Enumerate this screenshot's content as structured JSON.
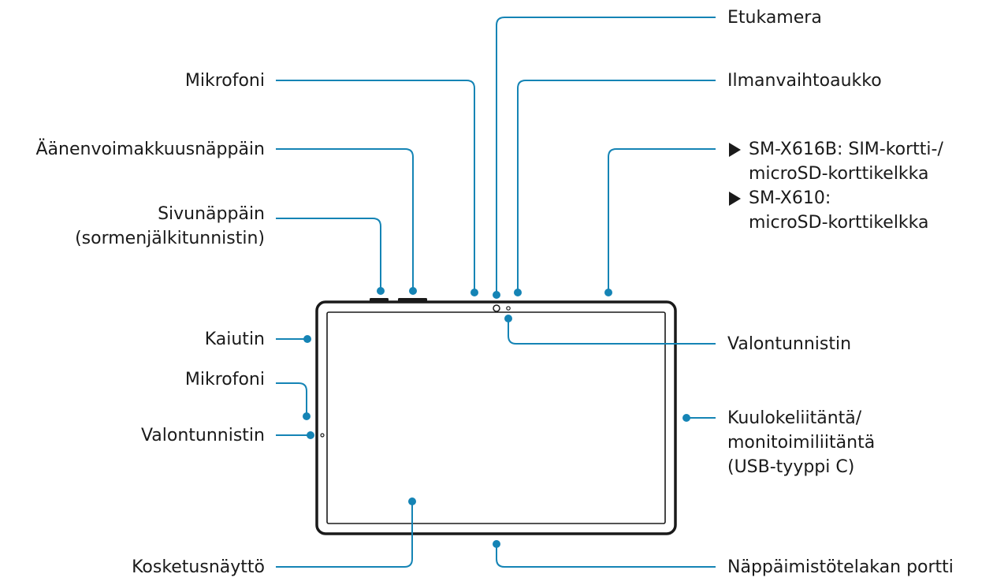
{
  "colors": {
    "leader": "#1584b5",
    "outline": "#1a1a1a",
    "text": "#1a1a1a"
  },
  "labels": {
    "microphone_top": "Mikrofoni",
    "volume_key": "Äänenvoimakkuusnäppäin",
    "side_key_line1": "Sivunäppäin",
    "side_key_line2": "(sormenjälkitunnistin)",
    "speaker": "Kaiutin",
    "microphone_side": "Mikrofoni",
    "light_sensor_side": "Valontunnistin",
    "touchscreen": "Kosketusnäyttö",
    "front_camera": "Etukamera",
    "vent": "Ilmanvaihtoaukko",
    "tray_item1_line1": "SM-X616B: SIM-kortti-/",
    "tray_item1_line2": "microSD-korttikelkka",
    "tray_item2_line1": "SM-X610:",
    "tray_item2_line2": "microSD-korttikelkka",
    "light_sensor_front": "Valontunnistin",
    "port_line1": "Kuulokeliitäntä/",
    "port_line2": "monitoimiliitäntä",
    "port_line3": "(USB-tyyppi C)",
    "keyboard_port": "Näppäimistötelakan portti"
  }
}
